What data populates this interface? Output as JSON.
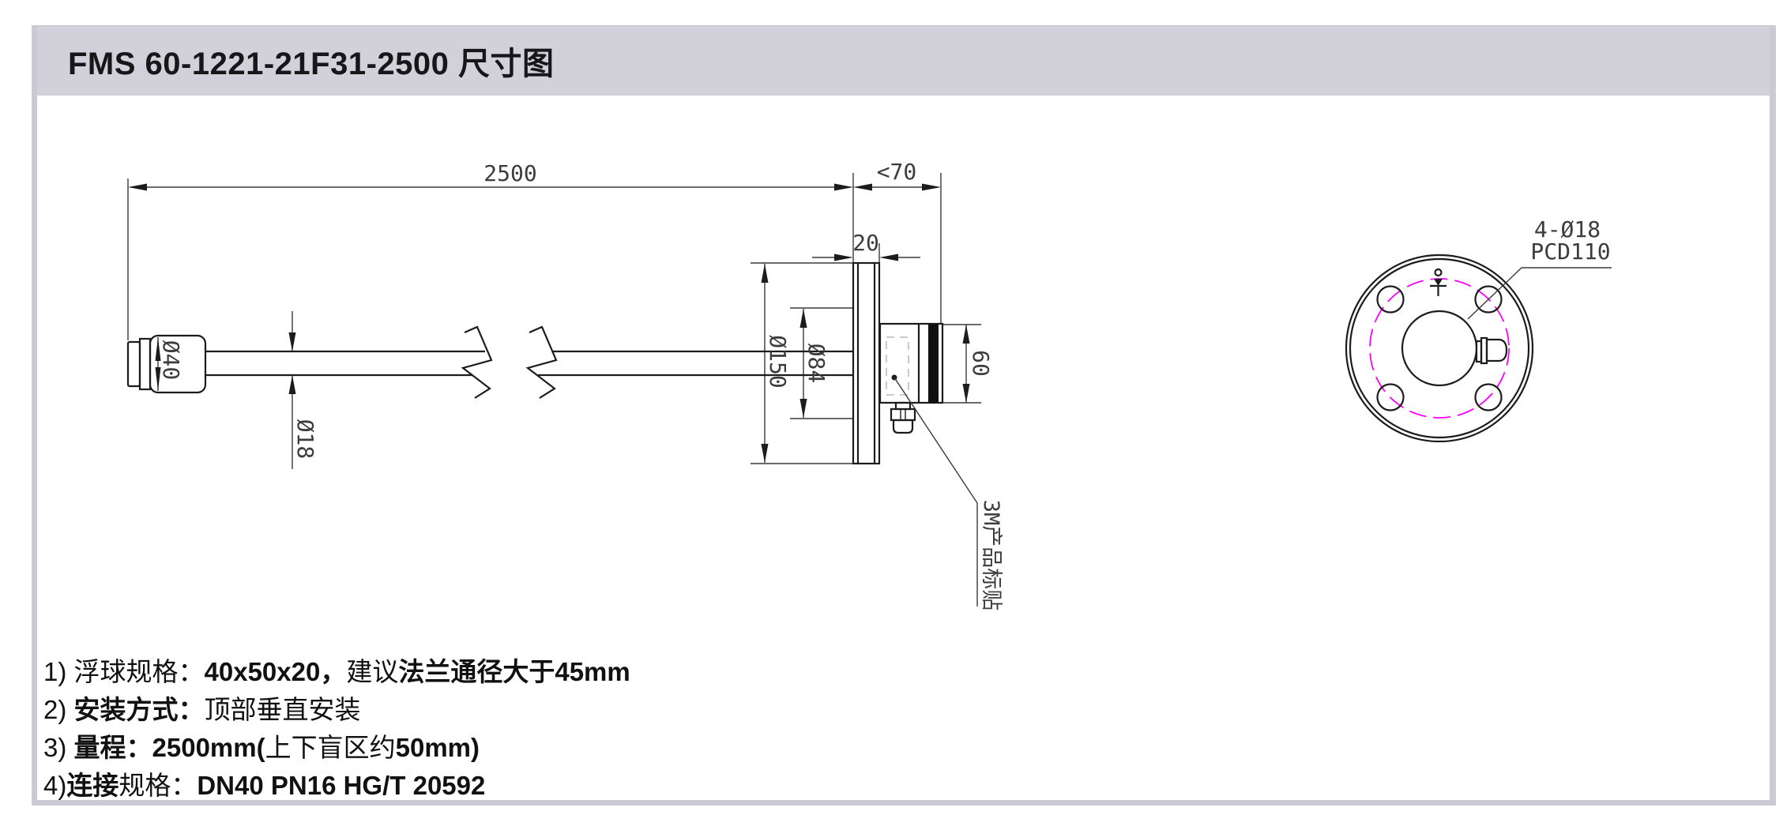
{
  "header": {
    "title": "FMS 60-1221-21F31-2500 尺寸图"
  },
  "drawing": {
    "dims": {
      "total_length": "2500",
      "blind_zone": "<70",
      "flange_thickness": "20",
      "flange_diameter": "Ø150",
      "boss_diameter": "Ø84",
      "housing_height": "60",
      "rod_diameter": "Ø18",
      "float_diameter": "Ø40",
      "bolt_holes": "4-Ø18",
      "pitch_circle": "PCD110",
      "label_callout": "3M产品标贴"
    },
    "colors": {
      "pcd_circle": "#ff00ff",
      "line": "#1c1c1c",
      "titlebar": "#d2d0d9"
    }
  },
  "notes": {
    "lines": [
      {
        "segments": [
          {
            "text": "1) 浮球规格：",
            "bold": false
          },
          {
            "text": "40x50x20，",
            "bold": true
          },
          {
            "text": "建议",
            "bold": false
          },
          {
            "text": "法兰通径大于",
            "bold": true
          },
          {
            "text": "45mm",
            "bold": true
          }
        ]
      },
      {
        "segments": [
          {
            "text": "2) ",
            "bold": false
          },
          {
            "text": "安装方式：",
            "bold": true
          },
          {
            "text": "顶部垂直安装",
            "bold": false
          }
        ]
      },
      {
        "segments": [
          {
            "text": "3) ",
            "bold": false
          },
          {
            "text": "量程：",
            "bold": true
          },
          {
            "text": "2500mm(",
            "bold": true
          },
          {
            "text": "上下盲区约",
            "bold": false
          },
          {
            "text": "50mm)",
            "bold": true
          }
        ]
      },
      {
        "segments": [
          {
            "text": "4)",
            "bold": false
          },
          {
            "text": "连接",
            "bold": true
          },
          {
            "text": "规格：",
            "bold": false
          },
          {
            "text": "DN40 PN16 HG/T 20592",
            "bold": true
          }
        ]
      }
    ]
  }
}
